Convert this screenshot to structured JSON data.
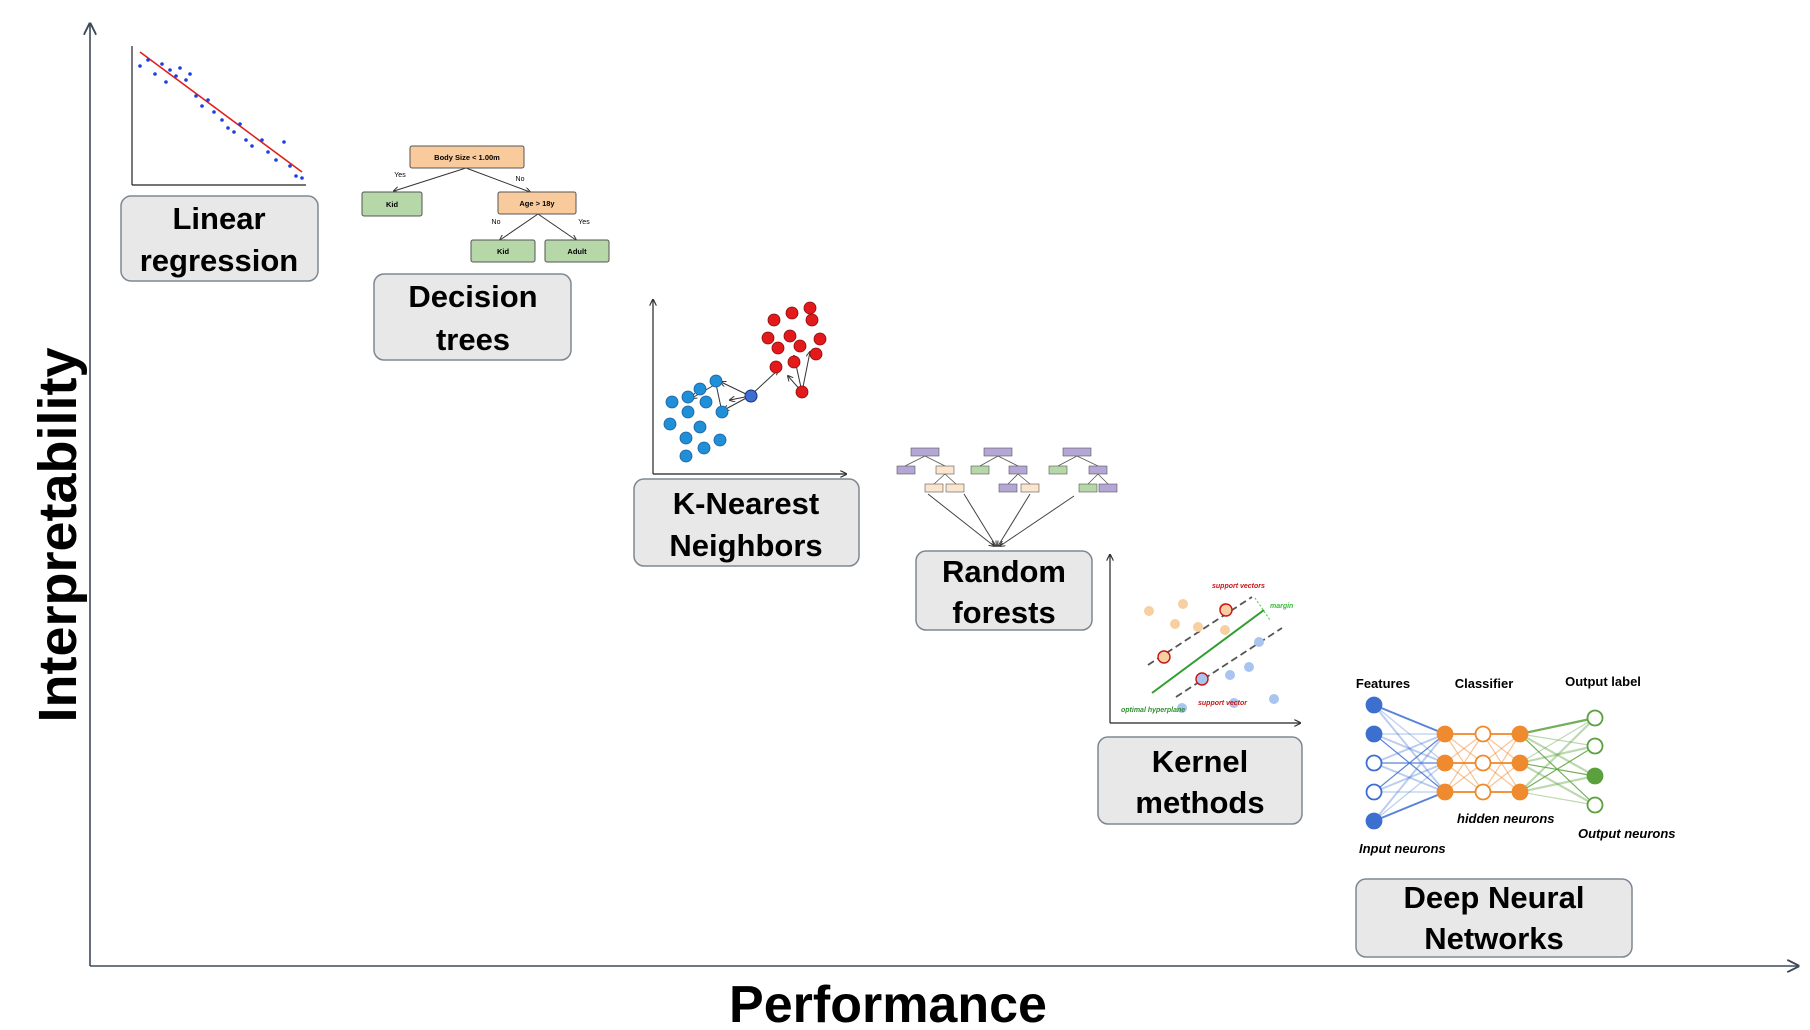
{
  "axes": {
    "x_label": "Performance",
    "y_label": "Interpretability"
  },
  "models": [
    {
      "id": "linear",
      "line1": "Linear",
      "line2": "regression"
    },
    {
      "id": "tree",
      "line1": "Decision",
      "line2": "trees"
    },
    {
      "id": "knn",
      "line1": "K-Nearest",
      "line2": "Neighbors"
    },
    {
      "id": "forest",
      "line1": "Random",
      "line2": "forests"
    },
    {
      "id": "kernel",
      "line1": "Kernel",
      "line2": "methods"
    },
    {
      "id": "dnn",
      "line1": "Deep Neural",
      "line2": "Networks"
    }
  ],
  "decision_tree": {
    "root": "Body Size < 1.00m",
    "yes": "Yes",
    "no": "No",
    "left_leaf": "Kid",
    "node2": "Age > 18y",
    "no2": "No",
    "yes2": "Yes",
    "leaf_kid": "Kid",
    "leaf_adult": "Adult"
  },
  "svm": {
    "support_vectors": "support vectors",
    "margin": "margin",
    "optimal_hyperplane": "optimal hyperplane",
    "support_vector": "support vector"
  },
  "nn": {
    "features": "Features",
    "classifier": "Classifier",
    "output_label": "Output label",
    "input_neurons": "Input neurons",
    "hidden_neurons": "hidden neurons",
    "output_neurons": "Output neurons"
  },
  "colors": {
    "box_fill": "#e8e8e8",
    "box_stroke": "#7d8793",
    "axis": "#3e4a5a",
    "regression_line": "#e0201b",
    "points_blue": "#1e3fe0",
    "tree_orange": "#f9cb9c",
    "tree_green": "#b6d7a8",
    "knn_blue": "#1f8fd8",
    "knn_red": "#e31a1c",
    "forest_purple": "#b4a7d6",
    "nn_blue": "#3d6fd0",
    "nn_orange": "#ef8a2e",
    "nn_green": "#5aa03c"
  }
}
